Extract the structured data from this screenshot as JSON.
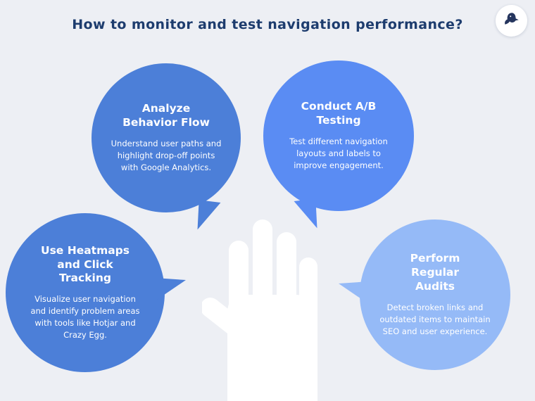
{
  "page": {
    "title": "How to monitor and test navigation performance?",
    "background": "#edeff4",
    "title_color": "#1d3c6e"
  },
  "logo": {
    "icon": "bird-logo-icon",
    "icon_color": "#25355e",
    "circle_color": "#ffffff"
  },
  "hand": {
    "color": "#ffffff",
    "description": "open hand silhouette pointing up"
  },
  "bubbles": [
    {
      "title": "Analyze Behavior Flow",
      "body": "Understand user paths and highlight drop-off points with Google Analytics.",
      "color": "#4c7fd8"
    },
    {
      "title": "Conduct A/B Testing",
      "body": "Test different navigation layouts and labels to improve engagement.",
      "color": "#5a8cf3"
    },
    {
      "title": "Use Heatmaps and Click Tracking",
      "body": "Visualize user navigation and identify problem areas with tools like Hotjar and Crazy Egg.",
      "color": "#4c7fd8"
    },
    {
      "title": "Perform Regular Audits",
      "body": "Detect broken links and outdated items to maintain SEO and user experience.",
      "color": "#95baf7"
    }
  ]
}
